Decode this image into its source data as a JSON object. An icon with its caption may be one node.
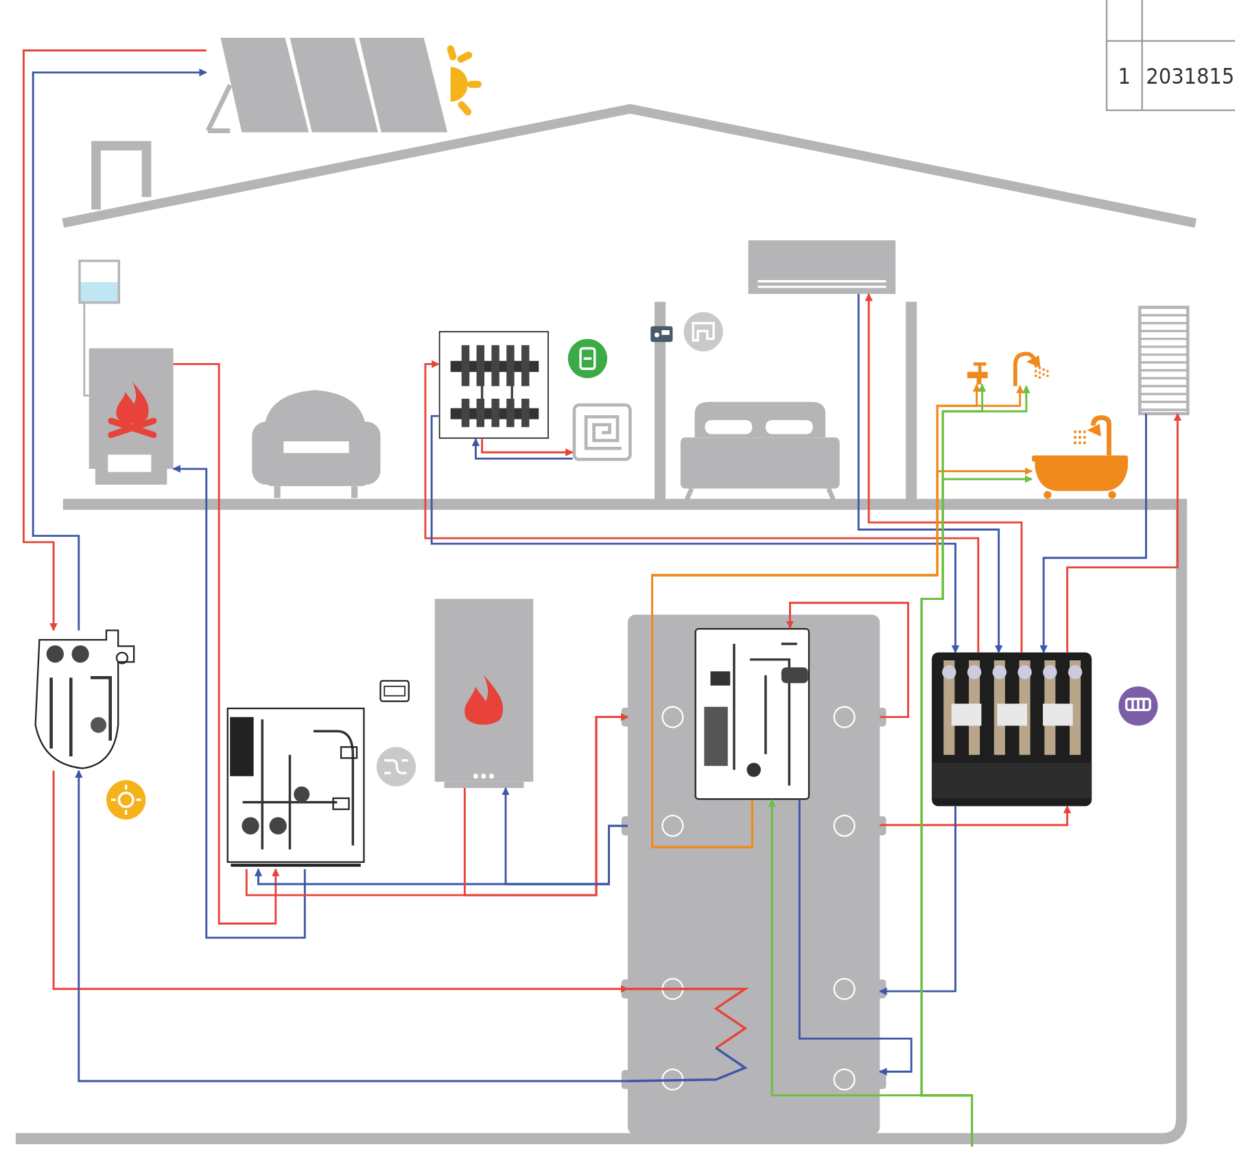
{
  "diagram": {
    "nodes": [
      {
        "text": [],
        "shape": "picture"
      },
      {
        "text": [],
        "shape": "picture"
      },
      {
        "text": [],
        "shape": "box"
      },
      {
        "text": [],
        "shape": "picture"
      },
      {
        "text": [],
        "shape": "picture"
      },
      {
        "text": [],
        "shape": "picture"
      },
      {
        "text": [],
        "shape": "picture"
      },
      {
        "text": [],
        "shape": "picture"
      },
      {
        "text": [],
        "shape": "picture"
      },
      {
        "text": [],
        "shape": "picture"
      },
      {
        "text": [],
        "shape": "picture"
      },
      {
        "text": [],
        "shape": "picture"
      },
      {
        "text": [],
        "shape": "picture",
        "in": 11
      },
      {
        "text": [],
        "shape": "picture"
      },
      {
        "text": [],
        "shape": "picture"
      },
      {
        "text": [],
        "shape": "picture"
      }
    ],
    "edges": [
      {
        "from": 0,
        "to": 13,
        "arrow": "to",
        "color": "#e8433a"
      },
      {
        "from": 13,
        "to": 0,
        "arrow": "to",
        "color": "#3d56a6"
      },
      {
        "from": 13,
        "to": 11,
        "arrow": "to",
        "color": "#e8433a"
      },
      {
        "from": 11,
        "to": 13,
        "arrow": "to",
        "color": "#3d56a6"
      },
      {
        "from": 5,
        "to": 15,
        "arrow": "to",
        "color": "#e8433a"
      },
      {
        "from": 15,
        "to": 5,
        "arrow": "to",
        "color": "#3d56a6"
      },
      {
        "from": 15,
        "to": 11,
        "arrow": "to",
        "color": "#e8433a"
      },
      {
        "from": 11,
        "to": 15,
        "arrow": "to",
        "color": "#3d56a6"
      },
      {
        "from": 10,
        "to": 11,
        "arrow": "to",
        "color": "#e8433a"
      },
      {
        "from": 11,
        "to": 10,
        "arrow": "to",
        "color": "#3d56a6"
      },
      {
        "from": 11,
        "to": 14,
        "arrow": "to",
        "color": "#e8433a"
      },
      {
        "from": 14,
        "to": 11,
        "arrow": "to",
        "color": "#3d56a6"
      },
      {
        "from": 14,
        "to": 4,
        "arrow": "to",
        "color": "#e8433a"
      },
      {
        "from": 4,
        "to": 14,
        "arrow": "to",
        "color": "#3d56a6"
      },
      {
        "from": 4,
        "to": 8,
        "arrow": "to",
        "color": "#e8433a"
      },
      {
        "from": 8,
        "to": 4,
        "arrow": "to",
        "color": "#3d56a6"
      },
      {
        "from": 14,
        "to": 1,
        "arrow": "to",
        "color": "#e8433a"
      },
      {
        "from": 1,
        "to": 14,
        "arrow": "to",
        "color": "#3d56a6"
      },
      {
        "from": 14,
        "to": 3,
        "arrow": "to",
        "color": "#e8433a"
      },
      {
        "from": 3,
        "to": 14,
        "arrow": "to",
        "color": "#3d56a6"
      },
      {
        "from": 11,
        "to": 12,
        "arrow": "to",
        "color": "#e8433a"
      },
      {
        "from": 12,
        "to": 11,
        "arrow": "to",
        "color": "#3d56a6"
      },
      {
        "from": 12,
        "to": 6,
        "arrow": "to",
        "color": "#f08a1c"
      },
      {
        "from": 12,
        "to": 7,
        "arrow": "to",
        "color": "#f08a1c"
      },
      {
        "from": 12,
        "to": 9,
        "arrow": "to",
        "color": "#f08a1c"
      },
      {
        "from": null,
        "to": 12,
        "arrow": "to",
        "color": "#6cbf3f"
      },
      {
        "from": null,
        "to": 6,
        "arrow": "to",
        "color": "#6cbf3f"
      },
      {
        "from": null,
        "to": 7,
        "arrow": "to",
        "color": "#6cbf3f"
      },
      {
        "from": null,
        "to": 9,
        "arrow": "to",
        "color": "#6cbf3f"
      },
      {
        "from": 2,
        "to": 5,
        "arrow": "none",
        "color": "#b5b5b7"
      }
    ],
    "labels": [
      "1",
      "2031815"
    ]
  }
}
